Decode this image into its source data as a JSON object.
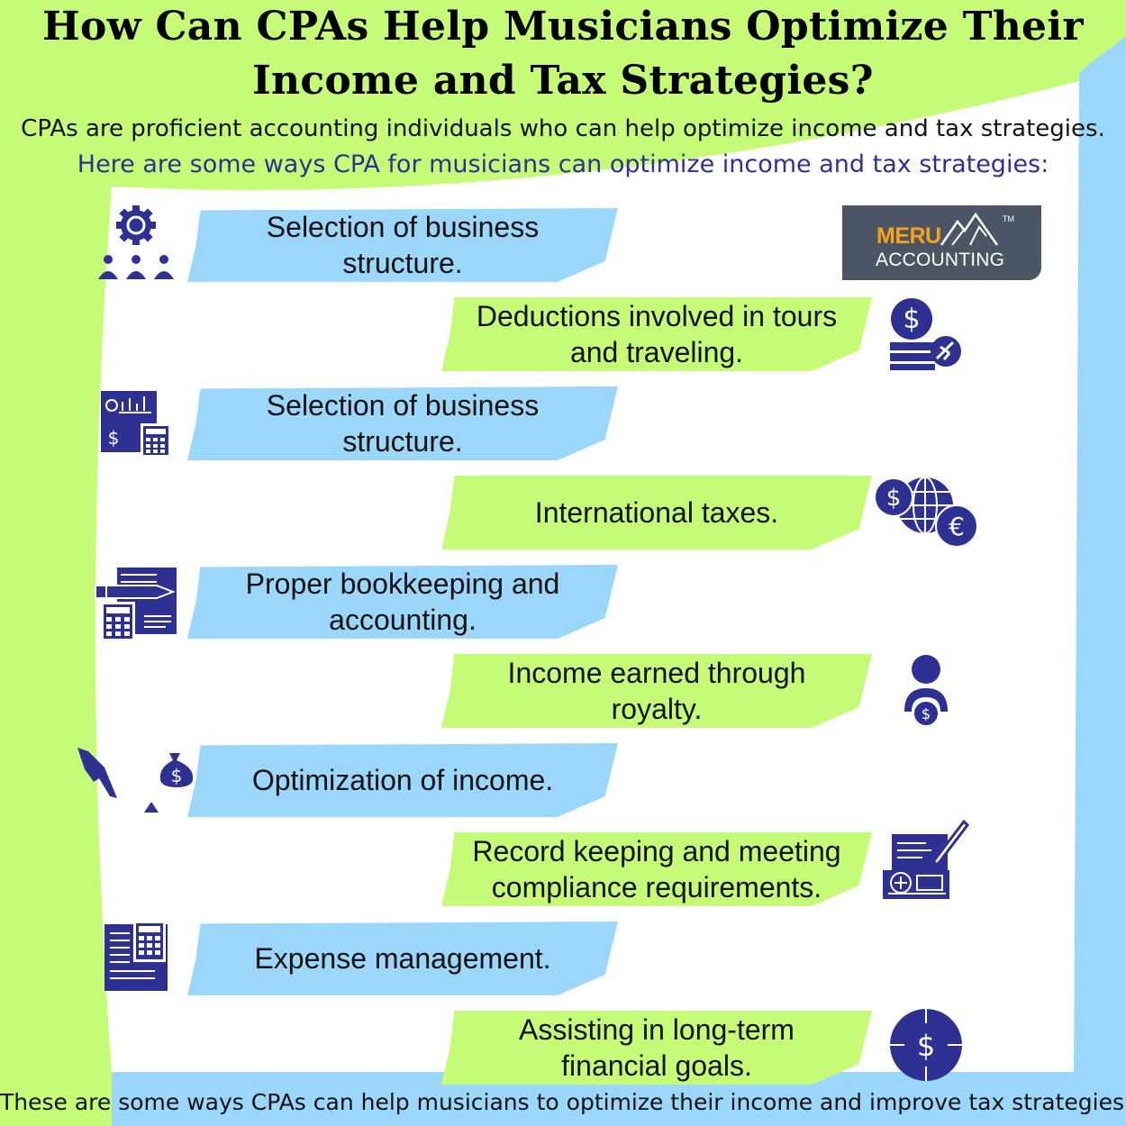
{
  "title_line1": "How Can CPAs Help Musicians Optimize Their",
  "title_line2": "Income and Tax Strategies?",
  "subtitle_1": "CPAs are proficient accounting individuals who can help optimize income and tax strategies.",
  "subtitle_2": "Here are some ways CPA for musicians can optimize income and tax strategies:",
  "footer": "These are some ways CPAs can help musicians to optimize their income and improve tax strategies.",
  "logo": {
    "brand": "MERU",
    "sub": "ACCOUNTING",
    "tm": "TM"
  },
  "items": [
    {
      "text": "Selection of business structure.",
      "icon": "team-gear-icon"
    },
    {
      "text": "Deductions involved in tours and traveling.",
      "icon": "dollar-coins-plane-icon"
    },
    {
      "text": "Selection of business structure.",
      "icon": "finance-calculator-icon"
    },
    {
      "text": "International taxes.",
      "icon": "globe-currency-icon"
    },
    {
      "text": "Proper bookkeeping and accounting.",
      "icon": "pencil-calculator-icon"
    },
    {
      "text": "Income earned through royalty.",
      "icon": "person-dollar-icon"
    },
    {
      "text": "Optimization of income.",
      "icon": "hand-money-bag-icon"
    },
    {
      "text": "Record keeping and meeting compliance requirements.",
      "icon": "document-pen-icon"
    },
    {
      "text": "Expense management.",
      "icon": "document-calculator-icon"
    },
    {
      "text": "Assisting in long-term financial goals.",
      "icon": "dollar-target-icon"
    }
  ],
  "colors": {
    "green": "#c6fb78",
    "blue": "#9bd7fa",
    "navy": "#2e3192",
    "white": "#ffffff"
  }
}
